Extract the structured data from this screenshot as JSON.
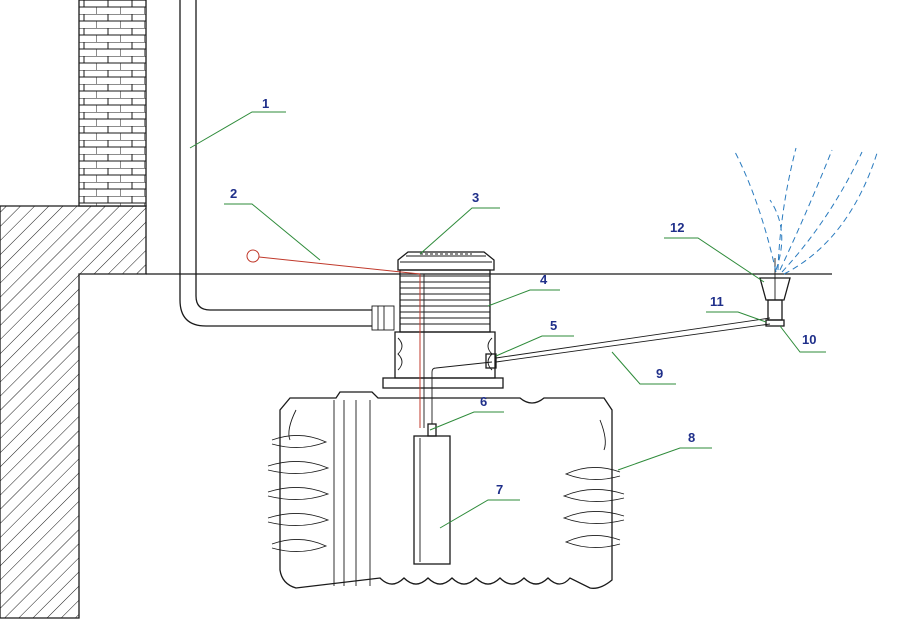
{
  "labels": [
    {
      "id": "1",
      "text": "1"
    },
    {
      "id": "2",
      "text": "2"
    },
    {
      "id": "3",
      "text": "3"
    },
    {
      "id": "4",
      "text": "4"
    },
    {
      "id": "5",
      "text": "5"
    },
    {
      "id": "6",
      "text": "6"
    },
    {
      "id": "7",
      "text": "7"
    },
    {
      "id": "8",
      "text": "8"
    },
    {
      "id": "9",
      "text": "9"
    },
    {
      "id": "10",
      "text": "10"
    },
    {
      "id": "11",
      "text": "11"
    },
    {
      "id": "12",
      "text": "12"
    }
  ],
  "colors": {
    "ink": "#1a1a1a",
    "label": "#1f2f8a",
    "leader": "#2e8b3a",
    "cable": "#c0392b",
    "spray": "#2a7bbf"
  }
}
